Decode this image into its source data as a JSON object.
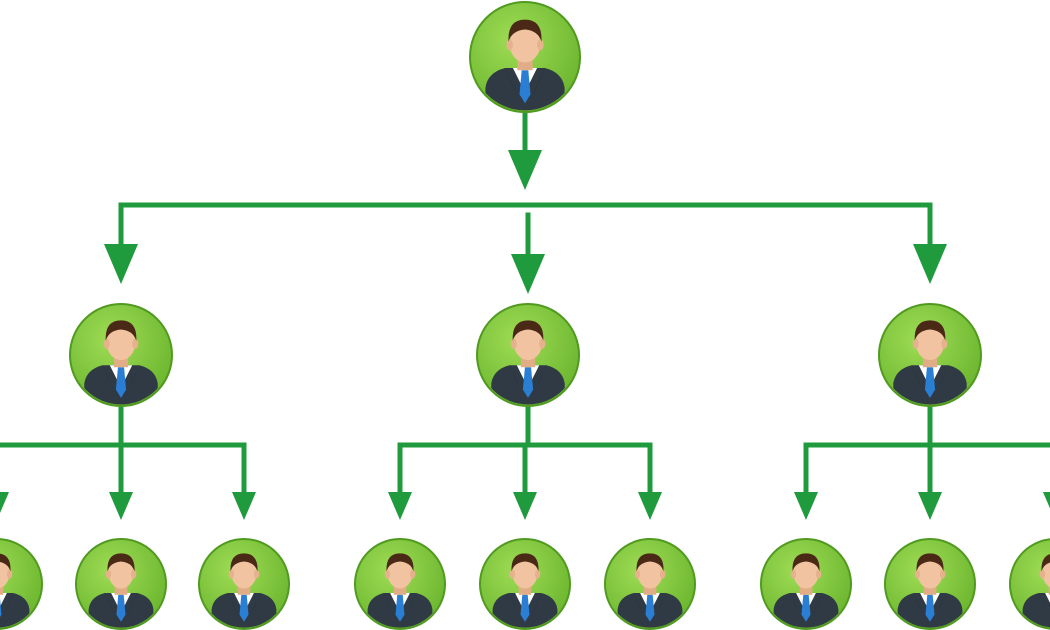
{
  "colors": {
    "connector": "#1f9a3c",
    "node_fill": "#7cc43a",
    "node_ring": "#4f9a1f",
    "suit": "#2f3a45",
    "shirt": "#ffffff",
    "tie": "#2a7fd4",
    "skin": "#f2c3a0",
    "hair": "#4a2a16"
  },
  "icon": "businessman-avatar-icon",
  "hierarchy": {
    "name": "root",
    "children": [
      {
        "name": "manager-left",
        "children": [
          {
            "name": "staff-1"
          },
          {
            "name": "staff-2"
          },
          {
            "name": "staff-3"
          }
        ]
      },
      {
        "name": "manager-center",
        "children": [
          {
            "name": "staff-4"
          },
          {
            "name": "staff-5"
          },
          {
            "name": "staff-6"
          }
        ]
      },
      {
        "name": "manager-right",
        "children": [
          {
            "name": "staff-7"
          },
          {
            "name": "staff-8"
          },
          {
            "name": "staff-9"
          }
        ]
      }
    ]
  }
}
